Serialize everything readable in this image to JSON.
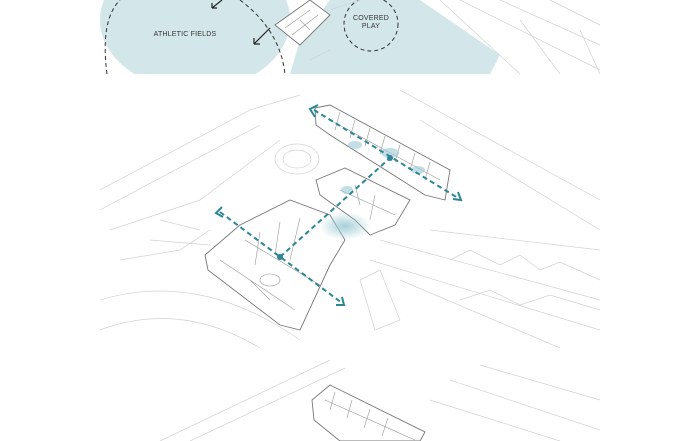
{
  "panels": {
    "top": {
      "labels": {
        "athletic_fields": "ATHLETIC FIELDS",
        "covered_play_line1": "COVERED",
        "covered_play_line2": "PLAY"
      }
    }
  },
  "colors": {
    "zone_fill": "#d3e6ea",
    "circulation": "#2b8794",
    "linework": "#cfd3d5"
  }
}
